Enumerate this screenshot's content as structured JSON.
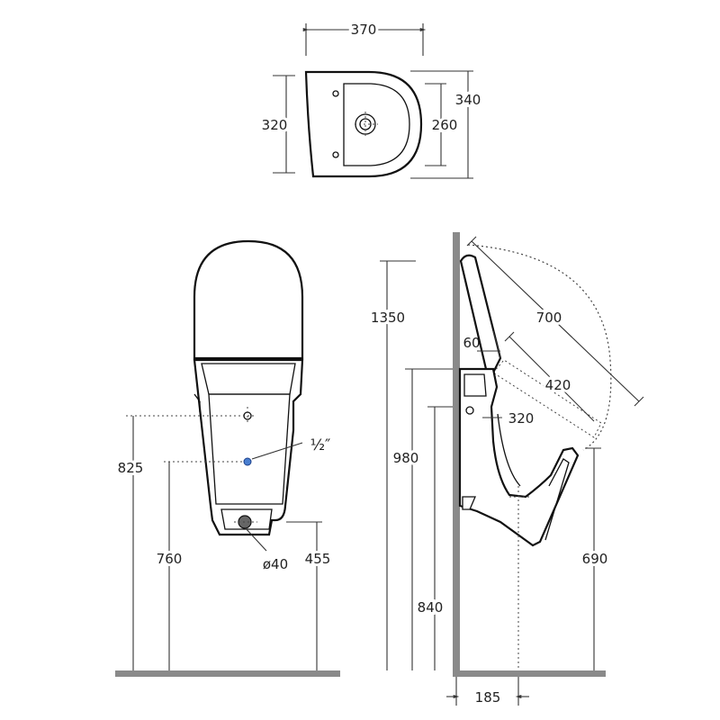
{
  "top_view": {
    "width": "370",
    "depth_outer": "340",
    "depth_body": "320",
    "bowl_depth": "260"
  },
  "front_view": {
    "height_825": "825",
    "height_760": "760",
    "height_455": "455",
    "inlet_size": "½″",
    "outlet_diameter": "ø40"
  },
  "side_view": {
    "height_1350": "1350",
    "height_980": "980",
    "height_840": "840",
    "height_690": "690",
    "lid_700": "700",
    "lid_420": "420",
    "depth_60": "60",
    "depth_320": "320",
    "wall_185": "185"
  },
  "colors": {
    "line": "#111111",
    "ground": "#8a8a8a",
    "inlet_marker": "#4a7fd0"
  }
}
